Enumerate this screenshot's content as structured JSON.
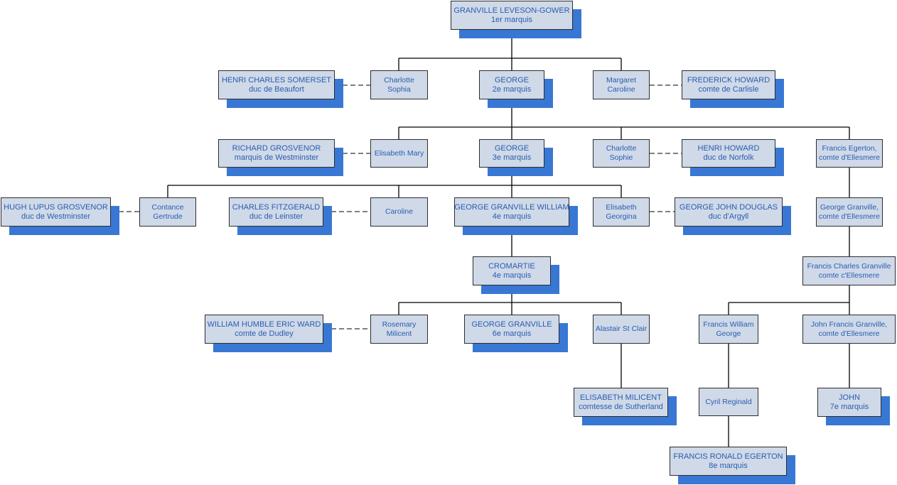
{
  "colors": {
    "box_fill": "#cfd9e8",
    "box_border": "#2d2d2d",
    "text": "#2a5db0",
    "shadow": "#3877d4",
    "connector": "#000000"
  },
  "nodes": {
    "granville": {
      "line1": "GRANVILLE LEVESON-GOWER",
      "line2": "1er marquis"
    },
    "henri_somerset": {
      "line1": "HENRI CHARLES SOMERSET",
      "line2": "duc de Beaufort"
    },
    "charlotte_sophia": {
      "line1": "Charlotte",
      "line2": "Sophia"
    },
    "george2": {
      "line1": "GEORGE",
      "line2": "2e marquis"
    },
    "margaret": {
      "line1": "Margaret",
      "line2": "Caroline"
    },
    "frederick": {
      "line1": "FREDERICK HOWARD",
      "line2": "comte de Carlisle"
    },
    "richard": {
      "line1": "RICHARD GROSVENOR",
      "line2": "marquis de Westminster"
    },
    "elisabeth_mary": {
      "line1": "Elisabeth Mary",
      "line2": ""
    },
    "george3": {
      "line1": "GEORGE",
      "line2": "3e marquis"
    },
    "charlotte_sophie": {
      "line1": "Charlotte",
      "line2": "Sophie"
    },
    "henri_howard": {
      "line1": "HENRI HOWARD",
      "line2": "duc de Norfolk"
    },
    "francis_egerton": {
      "line1": "Francis Egerton,",
      "line2": "comte d'Ellesmere"
    },
    "hugh": {
      "line1": "HUGH LUPUS GROSVENOR",
      "line2": "duc de Westminster"
    },
    "contance": {
      "line1": "Contance",
      "line2": "Gertrude"
    },
    "charles_fitz": {
      "line1": "CHARLES FITZGERALD",
      "line2": "duc de Leinster"
    },
    "caroline": {
      "line1": "Caroline",
      "line2": ""
    },
    "ggw": {
      "line1": "GEORGE GRANVILLE WILLIAM",
      "line2": "4e marquis"
    },
    "elisabeth_georgina": {
      "line1": "Elisabeth",
      "line2": "Georgina"
    },
    "gjd": {
      "line1": "GEORGE JOHN DOUGLAS",
      "line2": "duc d'Argyll"
    },
    "george_granville_e": {
      "line1": "George Granville,",
      "line2": "comte d'Ellesmere"
    },
    "cromartie": {
      "line1": "CROMARTIE",
      "line2": "4e marquis"
    },
    "fcg": {
      "line1": "Francis Charles Granville",
      "line2": "comte c'Ellesmere"
    },
    "william_ward": {
      "line1": "WILLIAM HUMBLE ERIC WARD",
      "line2": "comte de Dudley"
    },
    "rosemary": {
      "line1": "Rosemary",
      "line2": "Milicent"
    },
    "george_granville6": {
      "line1": "GEORGE GRANVILLE",
      "line2": "6e marquis"
    },
    "alastair": {
      "line1": "Alastair St Clair",
      "line2": ""
    },
    "francis_william": {
      "line1": "Francis William",
      "line2": "George"
    },
    "john_francis": {
      "line1": "John Francis Granville,",
      "line2": "comte d'Ellesmere"
    },
    "elisabeth_milicent": {
      "line1": "ELISABETH MILICENT",
      "line2": "comtesse de Sutherland"
    },
    "cyril": {
      "line1": "Cyril Reginald",
      "line2": ""
    },
    "john7": {
      "line1": "JOHN",
      "line2": "7e marquis"
    },
    "francis_ronald": {
      "line1": "FRANCIS RONALD EGERTON",
      "line2": "8e marquis"
    }
  }
}
